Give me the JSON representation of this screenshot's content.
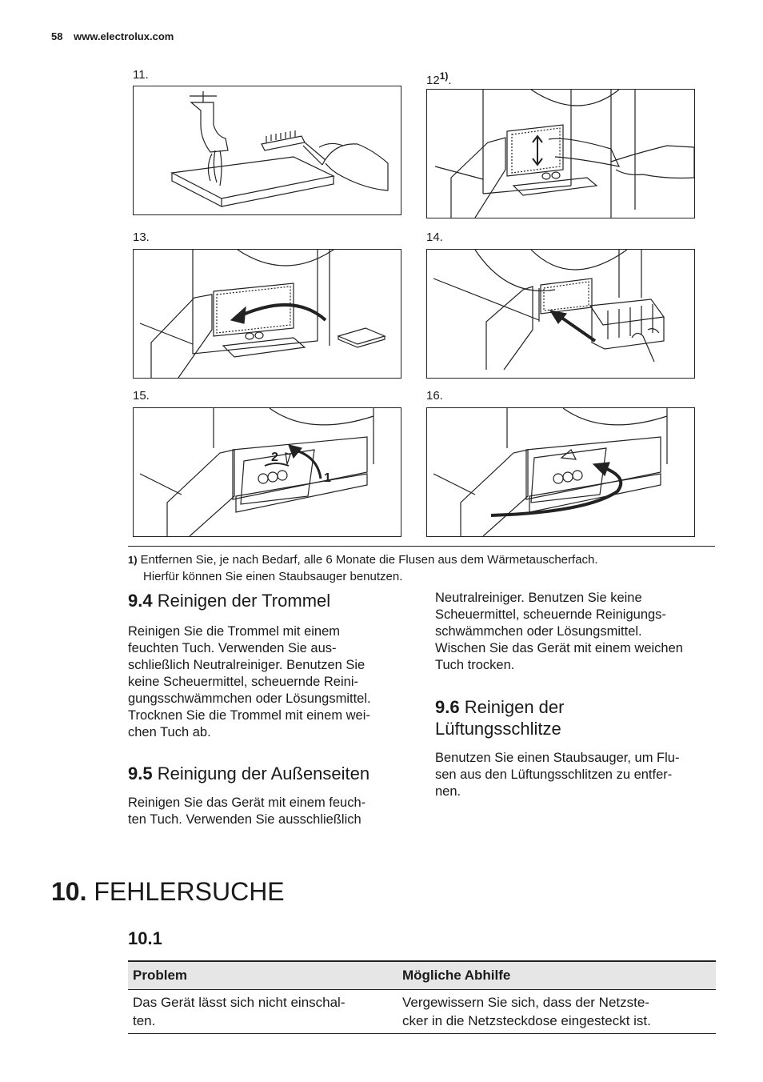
{
  "header": {
    "page_number": "58",
    "website": "www.electrolux.com"
  },
  "figures": [
    {
      "label": "11.",
      "icon": "faucet-brush-cleaning-illustration"
    },
    {
      "label": "12",
      "label_sup": "1)",
      "label_suffix": ".",
      "icon": "vacuum-heat-exchanger-illustration"
    },
    {
      "label": "13.",
      "icon": "insert-filter-arrow-illustration"
    },
    {
      "label": "14.",
      "icon": "slide-filter-in-illustration"
    },
    {
      "label": "15.",
      "icon": "lock-lever-illustration"
    },
    {
      "label": "16.",
      "icon": "close-door-illustration"
    }
  ],
  "footnote": {
    "marker": "1)",
    "line1": "Entfernen Sie, je nach Bedarf, alle 6 Monate die Flusen aus dem Wärmetauscherfach.",
    "line2": "Hierfür können Sie einen Staubsauger benutzen."
  },
  "sections": {
    "s94": {
      "number": "9.4",
      "title": "Reinigen der Trommel",
      "lines": [
        "Reinigen Sie die Trommel mit einem",
        "feuchten Tuch. Verwenden Sie aus-",
        "schließlich Neutralreiniger. Benutzen Sie",
        "keine Scheuermittel, scheuernde Reini-",
        "gungsschwämmchen oder Lösungsmittel.",
        "Trocknen Sie die Trommel mit einem wei-",
        "chen Tuch ab."
      ]
    },
    "s95": {
      "number": "9.5",
      "title": "Reinigung der Außenseiten",
      "lines": [
        "Reinigen Sie das Gerät mit einem feuch-",
        "ten Tuch. Verwenden Sie ausschließlich"
      ],
      "continued_lines": [
        "Neutralreiniger. Benutzen Sie keine",
        "Scheuermittel, scheuernde Reinigungs-",
        "schwämmchen oder Lösungsmittel.",
        "Wischen Sie das Gerät mit einem weichen",
        "Tuch trocken."
      ]
    },
    "s96": {
      "number": "9.6",
      "title_line1": "Reinigen der",
      "title_line2": "Lüftungsschlitze",
      "lines": [
        "Benutzen Sie einen Staubsauger, um Flu-",
        "sen aus den Lüftungsschlitzen zu entfer-",
        "nen."
      ]
    }
  },
  "chapter": {
    "number": "10.",
    "title": "FEHLERSUCHE",
    "sub_number": "10.1"
  },
  "table": {
    "headers": [
      "Problem",
      "Mögliche Abhilfe"
    ],
    "rows": [
      {
        "problem_lines": [
          "Das Gerät lässt sich nicht einschal-",
          "ten."
        ],
        "remedy_lines": [
          "Vergewissern Sie sich, dass der Netzste-",
          "cker in die Netzsteckdose eingesteckt ist."
        ]
      }
    ]
  },
  "panel_numbers": {
    "p15_step1": "1",
    "p15_step2": "2"
  },
  "colors": {
    "text": "#1a1a1a",
    "table_header_bg": "#e6e6e6"
  }
}
